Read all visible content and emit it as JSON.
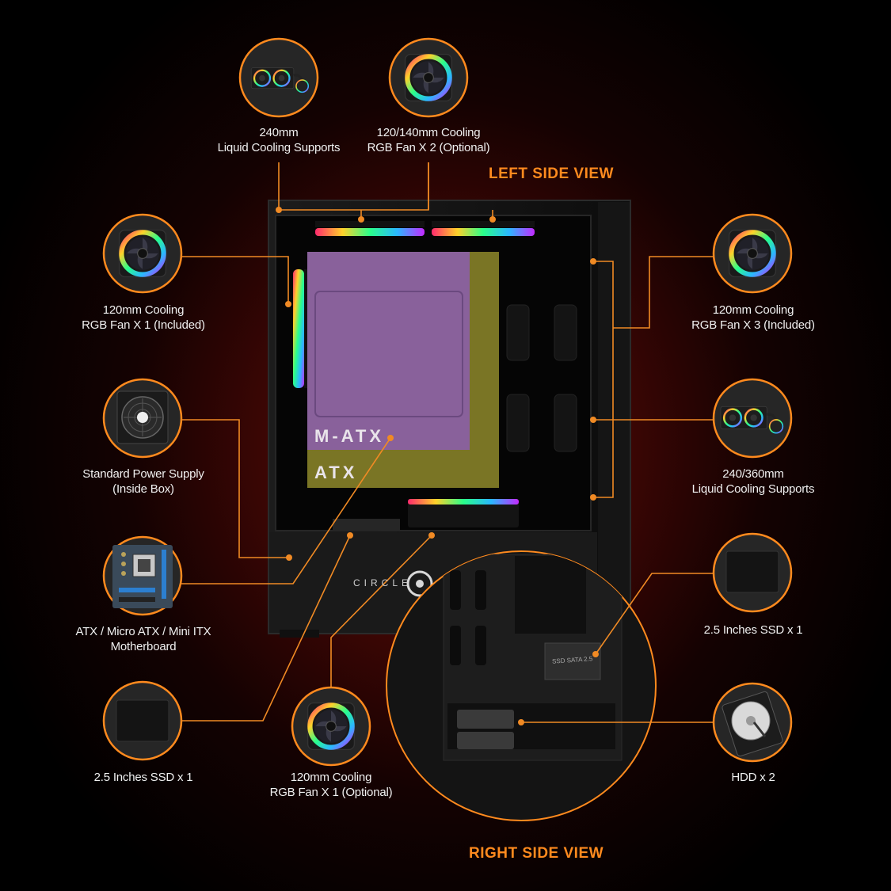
{
  "headings": {
    "left_view": "LEFT SIDE VIEW",
    "right_view": "RIGHT SIDE VIEW"
  },
  "case": {
    "brand": "CIRCLE",
    "board_large": "ATX",
    "board_small": "M-ATX",
    "ssd_bracket": "SSD SATA 2.5"
  },
  "features": [
    {
      "id": "top-liquid",
      "icon": "aio-240-icon",
      "line1": "240mm",
      "line2": "Liquid Cooling Supports"
    },
    {
      "id": "top-fans",
      "icon": "rgb-fan-icon",
      "line1": "120/140mm Cooling",
      "line2": "RGB Fan X 2 (Optional)"
    },
    {
      "id": "rear-fan",
      "icon": "rgb-fan-icon",
      "line1": "120mm Cooling",
      "line2": "RGB Fan X 1 (Included)"
    },
    {
      "id": "front-fans",
      "icon": "rgb-fan-icon",
      "line1": "120mm Cooling",
      "line2": "RGB Fan X 3 (Included)"
    },
    {
      "id": "psu",
      "icon": "power-supply-icon",
      "line1": "Standard Power Supply",
      "line2": "(Inside Box)"
    },
    {
      "id": "front-liquid",
      "icon": "aio-360-icon",
      "line1": "240/360mm",
      "line2": "Liquid Cooling Supports"
    },
    {
      "id": "motherboard",
      "icon": "motherboard-icon",
      "line1": "ATX / Micro ATX / Mini ITX",
      "line2": "Motherboard"
    },
    {
      "id": "ssd-right",
      "icon": "ssd-icon",
      "line1": "2.5 Inches SSD x 1",
      "line2": ""
    },
    {
      "id": "ssd-left",
      "icon": "ssd-icon",
      "line1": "2.5 Inches SSD x 1",
      "line2": ""
    },
    {
      "id": "bottom-fan",
      "icon": "rgb-fan-icon",
      "line1": "120mm Cooling",
      "line2": "RGB Fan X 1 (Optional)"
    },
    {
      "id": "hdd",
      "icon": "hdd-icon",
      "line1": "HDD x 2",
      "line2": ""
    }
  ],
  "colors": {
    "accent": "#ff8a1e",
    "leader": "#f08a24",
    "matx_overlay": "#8a5fa5",
    "atx_overlay": "#8f8a2c"
  }
}
